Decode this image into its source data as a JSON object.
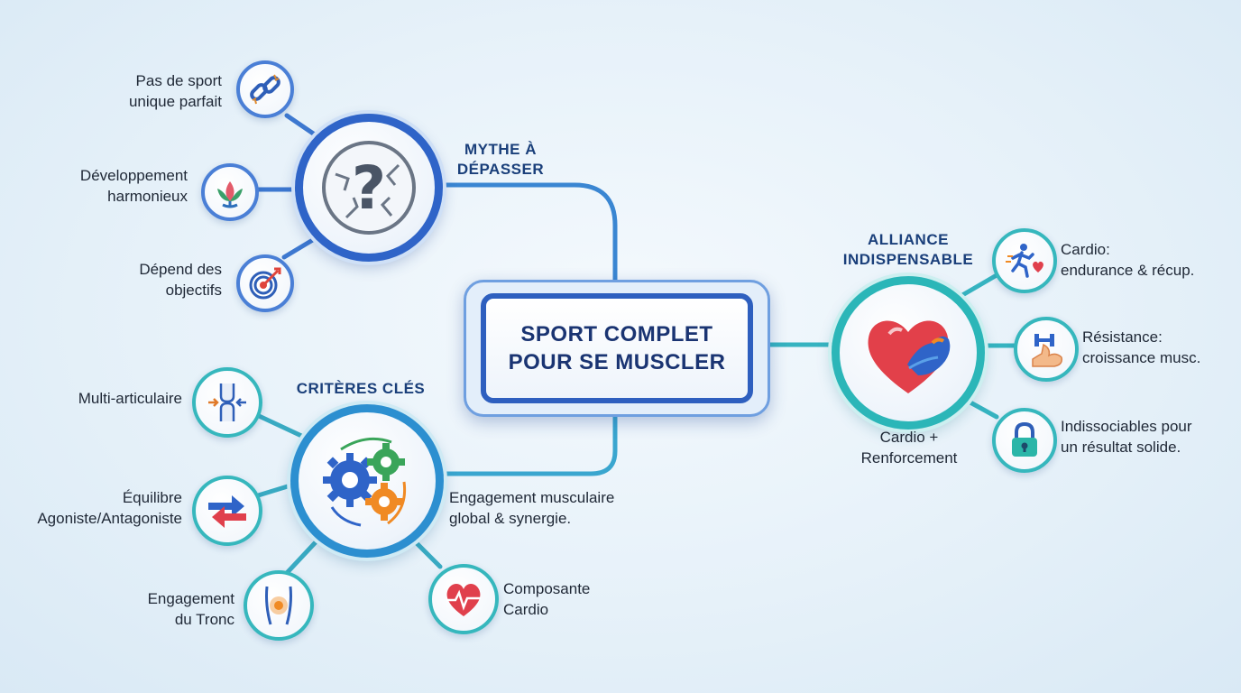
{
  "center": {
    "line1": "SPORT COMPLET",
    "line2": "POUR SE MUSCLER"
  },
  "mythe": {
    "title_line1": "MYTHE À",
    "title_line2": "DÉPASSER",
    "leaves": [
      {
        "icon": "broken-chain-icon",
        "line1": "Pas de sport",
        "line2": "unique parfait"
      },
      {
        "icon": "lotus-icon",
        "line1": "Développement",
        "line2": "harmonieux"
      },
      {
        "icon": "target-icon",
        "line1": "Dépend des",
        "line2": "objectifs"
      }
    ]
  },
  "criteres": {
    "title": "CRITÈRES CLÉS",
    "caption_line1": "Engagement musculaire",
    "caption_line2": "global & synergie.",
    "leaves": [
      {
        "icon": "knee-joint-icon",
        "line1": "Multi-articulaire"
      },
      {
        "icon": "opposing-arrows-icon",
        "line1": "Équilibre",
        "line2": "Agoniste/Antagoniste"
      },
      {
        "icon": "torso-core-icon",
        "line1": "Engagement",
        "line2": "du Tronc"
      },
      {
        "icon": "heart-pulse-icon",
        "line1": "Composante",
        "line2": "Cardio"
      }
    ]
  },
  "alliance": {
    "title_line1": "ALLIANCE",
    "title_line2": "INDISPENSABLE",
    "caption_line1": "Cardio +",
    "caption_line2": "Renforcement",
    "leaves": [
      {
        "icon": "running-heart-icon",
        "line1": "Cardio:",
        "line2": "endurance & récup."
      },
      {
        "icon": "flexed-arm-dumbbell-icon",
        "line1": "Résistance:",
        "line2": "croissance musc."
      },
      {
        "icon": "padlock-icon",
        "line1": "Indissociables pour",
        "line2": "un résultat solide."
      }
    ]
  },
  "colors": {
    "blue": "#2f64c8",
    "teal": "#2bb6b8",
    "navy": "#1a3472"
  }
}
